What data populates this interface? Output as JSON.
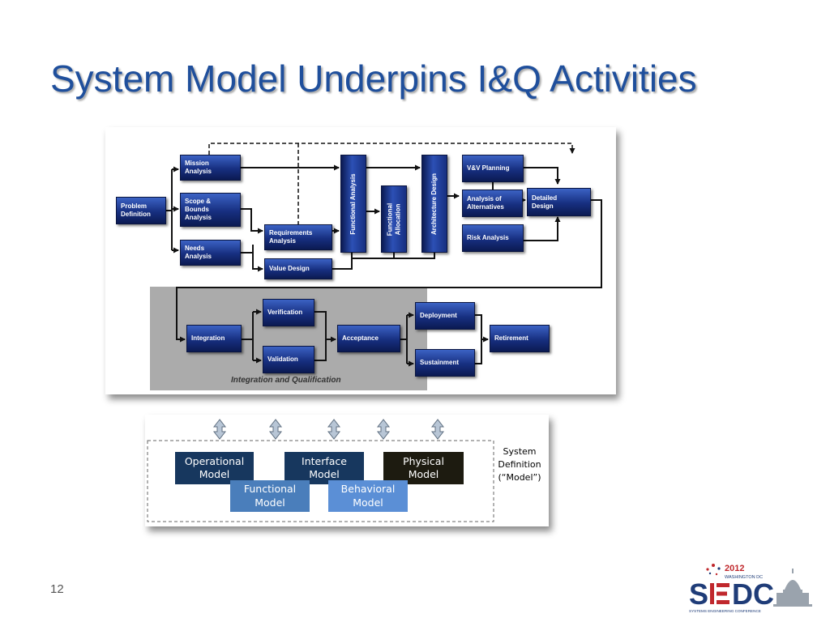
{
  "slide": {
    "title": "System Model Underpins I&Q Activities",
    "page_number": "12"
  },
  "process_diagram": {
    "nodes": {
      "problem_definition": "Problem\nDefinition",
      "mission_analysis": "Mission\nAnalysis",
      "scope_bounds_analysis": "Scope &\nBounds\nAnalysis",
      "needs_analysis": "Needs\nAnalysis",
      "requirements_analysis": "Requirements\nAnalysis",
      "value_design": "Value Design",
      "functional_analysis": "Functional Analysis",
      "functional_allocation": "Functional\nAllocation",
      "architecture_design": "Architecture Design",
      "vv_planning": "V&V Planning",
      "analysis_of_alternatives": "Analysis of\nAlternatives",
      "risk_analysis": "Risk Analysis",
      "detailed_design": "Detailed\nDesign",
      "integration": "Integration",
      "verification": "Verification",
      "validation": "Validation",
      "acceptance": "Acceptance",
      "deployment": "Deployment",
      "sustainment": "Sustainment",
      "retirement": "Retirement"
    },
    "iq_caption": "Integration and Qualification"
  },
  "system_model": {
    "models": {
      "operational": "Operational\nModel",
      "interface": "Interface\nModel",
      "physical": "Physical\nModel",
      "functional": "Functional\nModel",
      "behavioral": "Behavioral\nModel"
    },
    "definition_label": "System\nDefinition\n(“Model”)",
    "colors": {
      "operational": "#17375e",
      "interface": "#17375e",
      "physical": "#1d1b10",
      "functional": "#4a7ebb",
      "behavioral": "#5b8fd6"
    }
  },
  "logo": {
    "year": "2012",
    "location": "WASHINGTON DC",
    "name": "SEDC",
    "tagline": "SYSTEMS ENGINEERING CONFERENCE"
  }
}
